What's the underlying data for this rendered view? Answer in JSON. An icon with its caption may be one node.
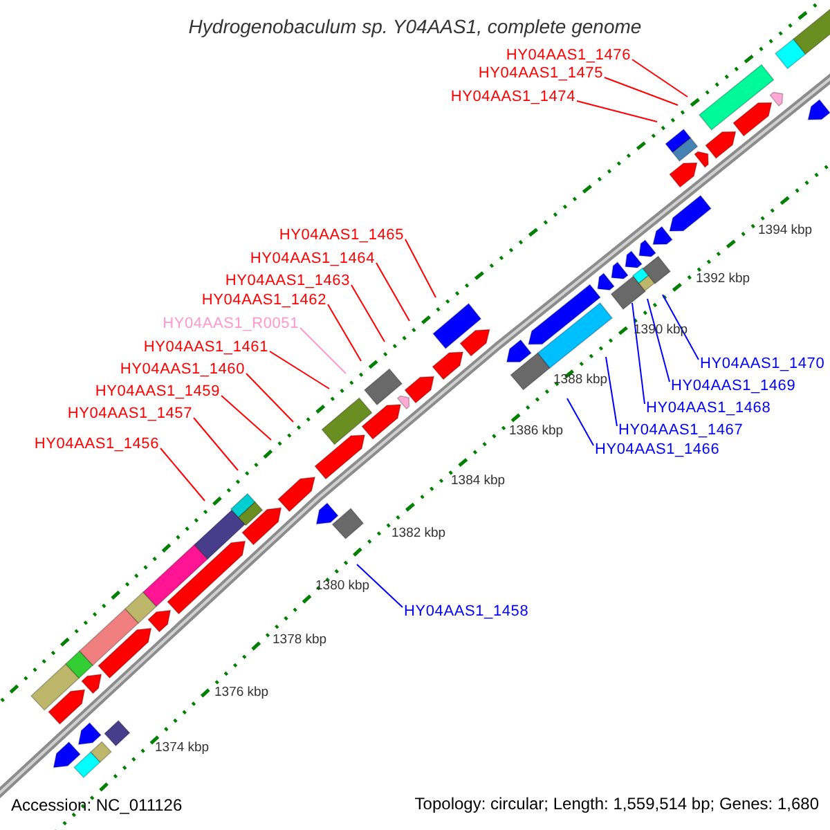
{
  "diagram": {
    "title": "Hydrogenobaculum sp. Y04AAS1, complete genome",
    "nodes": [
      {
        "text": [
          "HY04AAS1_1476"
        ]
      },
      {
        "text": [
          "HY04AAS1_1475"
        ]
      },
      {
        "text": [
          "HY04AAS1_1474"
        ]
      },
      {
        "text": [
          "HY04AAS1_1465"
        ]
      },
      {
        "text": [
          "HY04AAS1_1464"
        ]
      },
      {
        "text": [
          "HY04AAS1_1463"
        ]
      },
      {
        "text": [
          "HY04AAS1_1462"
        ]
      },
      {
        "text": [
          "HY04AAS1_R0051"
        ]
      },
      {
        "text": [
          "HY04AAS1_1461"
        ]
      },
      {
        "text": [
          "HY04AAS1_1470"
        ]
      },
      {
        "text": [
          "HY04AAS1_1460"
        ]
      },
      {
        "text": [
          "HY04AAS1_1469"
        ]
      },
      {
        "text": [
          "HY04AAS1_1459"
        ]
      },
      {
        "text": [
          "HY04AAS1_1468"
        ]
      },
      {
        "text": [
          "HY04AAS1_1457"
        ]
      },
      {
        "text": [
          "HY04AAS1_1467"
        ]
      },
      {
        "text": [
          "HY04AAS1_1456"
        ]
      },
      {
        "text": [
          "HY04AAS1_1466"
        ]
      },
      {
        "text": [
          "HY04AAS1_1458"
        ]
      }
    ],
    "edges": [
      {
        "from": 0,
        "to": null,
        "arrow": "none"
      },
      {
        "from": 1,
        "to": null,
        "arrow": "none"
      },
      {
        "from": 2,
        "to": null,
        "arrow": "none"
      },
      {
        "from": 3,
        "to": null,
        "arrow": "none"
      },
      {
        "from": 4,
        "to": null,
        "arrow": "none"
      },
      {
        "from": 5,
        "to": null,
        "arrow": "none"
      },
      {
        "from": 6,
        "to": null,
        "arrow": "none"
      },
      {
        "from": 7,
        "to": null,
        "arrow": "none",
        "color": "#ff99cc"
      },
      {
        "from": 8,
        "to": null,
        "arrow": "none"
      },
      {
        "from": 9,
        "to": null,
        "arrow": "none",
        "color": "#0000ff"
      },
      {
        "from": 10,
        "to": null,
        "arrow": "none"
      },
      {
        "from": 11,
        "to": null,
        "arrow": "none",
        "color": "#0000ff"
      },
      {
        "from": 12,
        "to": null,
        "arrow": "none"
      },
      {
        "from": 13,
        "to": null,
        "arrow": "none",
        "color": "#0000ff"
      },
      {
        "from": 14,
        "to": null,
        "arrow": "none"
      },
      {
        "from": 15,
        "to": null,
        "arrow": "none",
        "color": "#0000ff"
      },
      {
        "from": 16,
        "to": null,
        "arrow": "none"
      },
      {
        "from": 17,
        "to": null,
        "arrow": "none",
        "color": "#0000ff"
      },
      {
        "from": 18,
        "to": null,
        "arrow": "none",
        "color": "#0000ff"
      }
    ],
    "labels": [
      "1394 kbp",
      "1392 kbp",
      "1390 kbp",
      "1388 kbp",
      "1386 kbp",
      "1384 kbp",
      "1382 kbp",
      "1380 kbp",
      "1378 kbp",
      "1376 kbp",
      "1374 kbp",
      "Accession: NC_011126",
      "Topology: circular; Length: 1,559,514 bp; Genes: 1,680"
    ]
  }
}
